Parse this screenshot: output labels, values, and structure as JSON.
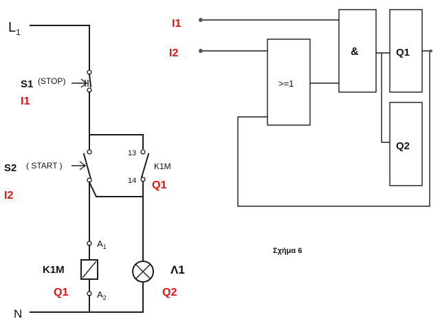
{
  "circuit": {
    "line_label": "L1",
    "line_label_main": "L",
    "line_label_sub": "1",
    "neutral_label": "N",
    "s1_label": "S1",
    "s1_function": "(STOP)",
    "s1_input": "I1",
    "s2_label": "S2",
    "s2_function": "( START )",
    "s2_input": "I2",
    "contact_top_number": "13",
    "contact_bottom_number": "14",
    "contact_label": "K1M",
    "contact_output": "Q1",
    "coil_terminal_top": "A1",
    "coil_terminal_top_main": "A",
    "coil_terminal_top_sub": "1",
    "coil_terminal_bottom": "A2",
    "coil_terminal_bottom_main": "A",
    "coil_terminal_bottom_sub": "2",
    "coil_label": "K1M",
    "coil_output": "Q1",
    "lamp_label": "Λ1",
    "lamp_output": "Q2"
  },
  "logic": {
    "input_1": "I1",
    "input_2": "I2",
    "or_gate": ">=1",
    "and_gate": "&",
    "output_1": "Q1",
    "output_2": "Q2"
  },
  "caption": "Σχήμα 6",
  "colors": {
    "io_labels": "#e01010",
    "lines": "#1a1a1a"
  }
}
